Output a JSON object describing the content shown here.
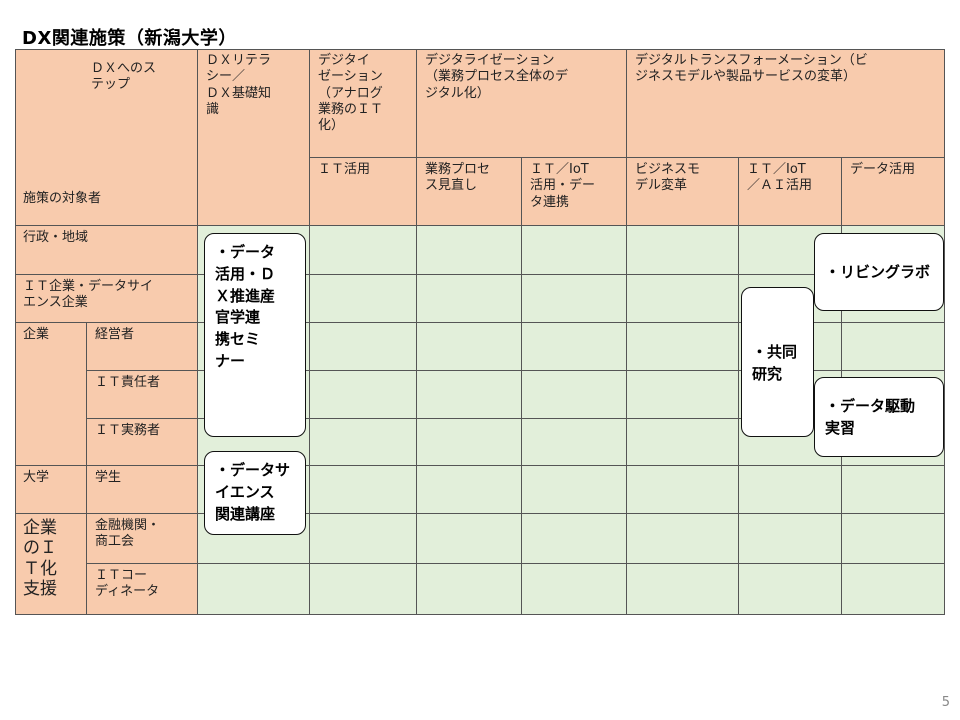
{
  "title": "DX関連施策（新潟大学）",
  "header": {
    "corner_top": "ＤＸへのス\nテップ",
    "corner_bottom": "施策の対象者",
    "literacy": "ＤＸリテラ\nシー／\nＤＸ基礎知\n識",
    "digitization": "デジタイ\nゼーション\n（アナログ\n業務のＩＴ\n化）",
    "digitalization": "デジタライゼーション\n（業務プロセス全体のデ\nジタル化）",
    "transformation": "デジタルトランスフォーメーション（ビ\nジネスモデルや製品サービスの変革）",
    "sub_it_use": "ＩＴ活用",
    "sub_process_review": "業務プロセ\nス見直し",
    "sub_it_iot_data": "ＩＴ／IoT\n活用・デー\nタ連携",
    "sub_business_model": "ビジネスモ\nデル変革",
    "sub_it_iot_ai": "ＩＴ／IoT\n／ＡＩ活用",
    "sub_data_use": "データ活用"
  },
  "rows": {
    "gov_region": "行政・地域",
    "it_companies": "ＩＴ企業・データサイ\nエンス企業",
    "enterprise": "企業",
    "executive": "経営者",
    "it_manager": "ＩＴ責任者",
    "it_practitioner": "ＩＴ実務者",
    "university": "大学",
    "student": "学生",
    "support_group": "企業\nのＩ\nＴ化\n支援",
    "finance": "金融機関・\n商工会",
    "it_coordinator": "ＩＴコー\nディネータ"
  },
  "programs": {
    "seminar": "・データ\n活用・Ｄ\nＸ推進産\n官学連\n携セミ\nナー",
    "ds_course": "・データサ\nイエンス\n関連講座",
    "joint_research": "・共同\n研究",
    "living_lab": "・リビングラボ",
    "data_practice": "・データ駆動\n実習"
  },
  "page_number": "5"
}
